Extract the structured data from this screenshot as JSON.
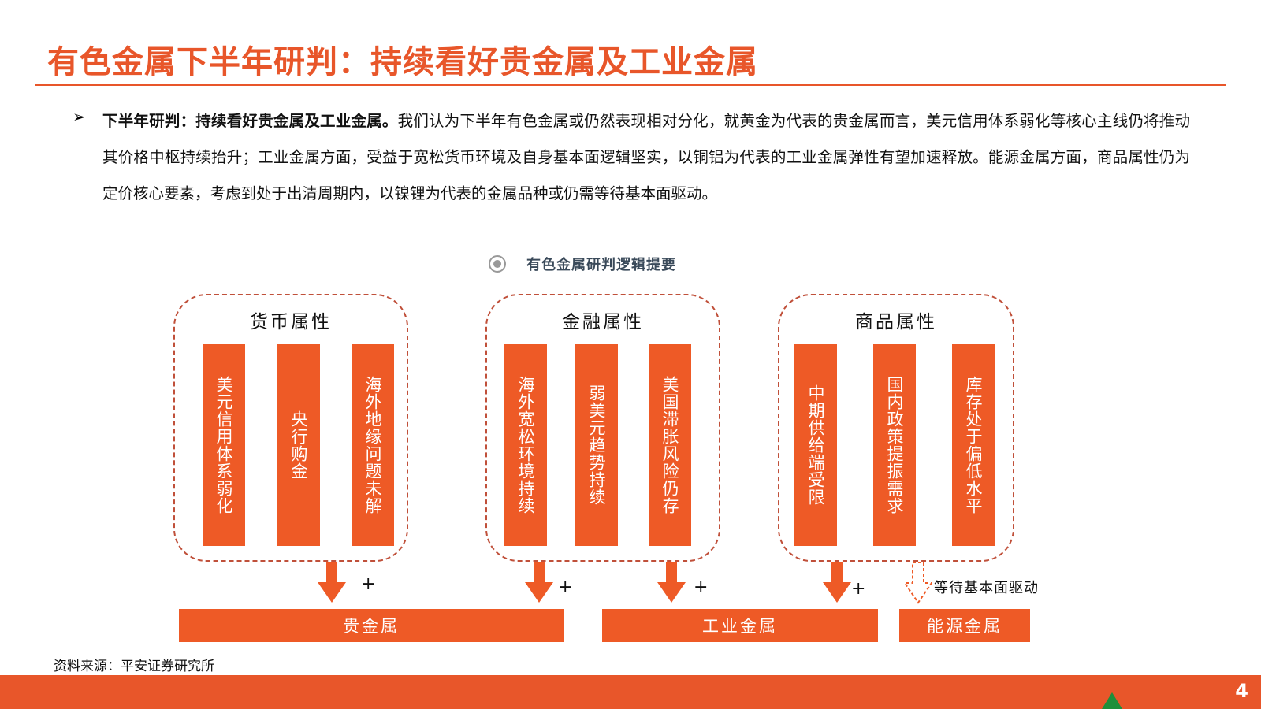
{
  "title": "有色金属下半年研判：持续看好贵金属及工业金属",
  "bullet": {
    "marker": "➢",
    "lead": "下半年研判：持续看好贵金属及工业金属。",
    "body": "我们认为下半年有色金属或仍然表现相对分化，就黄金为代表的贵金属而言，美元信用体系弱化等核心主线仍将推动其价格中枢持续抬升；工业金属方面，受益于宽松货币环境及自身基本面逻辑坚实，以铜铝为代表的工业金属弹性有望加速释放。能源金属方面，商品属性仍为定价核心要素，考虑到处于出清周期内，以镍锂为代表的金属品种或仍需等待基本面驱动。"
  },
  "diagram": {
    "caption": "有色金属研判逻辑提要",
    "groups": [
      {
        "title": "货币属性",
        "pillars": [
          "美元信用体系弱化",
          "央行购金",
          "海外地缘问题未解"
        ]
      },
      {
        "title": "金融属性",
        "pillars": [
          "海外宽松环境持续",
          "弱美元趋势持续",
          "美国滞胀风险仍存"
        ]
      },
      {
        "title": "商品属性",
        "pillars": [
          "中期供给端受限",
          "国内政策提振需求",
          "库存处于偏低水平"
        ]
      }
    ],
    "plus": "+",
    "wait_label": "等待基本面驱动",
    "results": [
      "贵金属",
      "工业金属",
      "能源金属"
    ],
    "colors": {
      "accent": "#EE5A26",
      "dashed_border": "#C0503A"
    }
  },
  "source": "资料来源：平安证券研究所",
  "footer": {
    "page_number": "4"
  }
}
